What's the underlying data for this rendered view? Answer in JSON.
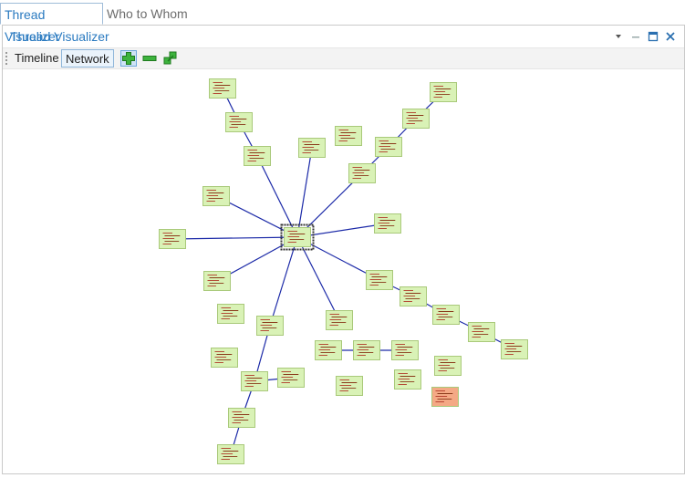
{
  "tabs": [
    {
      "label": "Thread Visualizer",
      "active": true
    },
    {
      "label": "Who to Whom",
      "active": false
    }
  ],
  "panel": {
    "title": "Thread Visualizer",
    "controls": [
      "dropdown-icon",
      "minimize-icon",
      "maximize-icon",
      "close-icon"
    ]
  },
  "toolbar": {
    "timeline_label": "Timeline",
    "network_label": "Network",
    "active_view": "Network",
    "icons": [
      "zoom-in-icon",
      "zoom-out-icon",
      "fit-to-screen-icon"
    ]
  },
  "graph": {
    "colors": {
      "node_fill": "#d9f2b6",
      "node_selected_fill": "#f4a985",
      "edge": "#1c2aa8",
      "hub_border": "#333333"
    }
  }
}
